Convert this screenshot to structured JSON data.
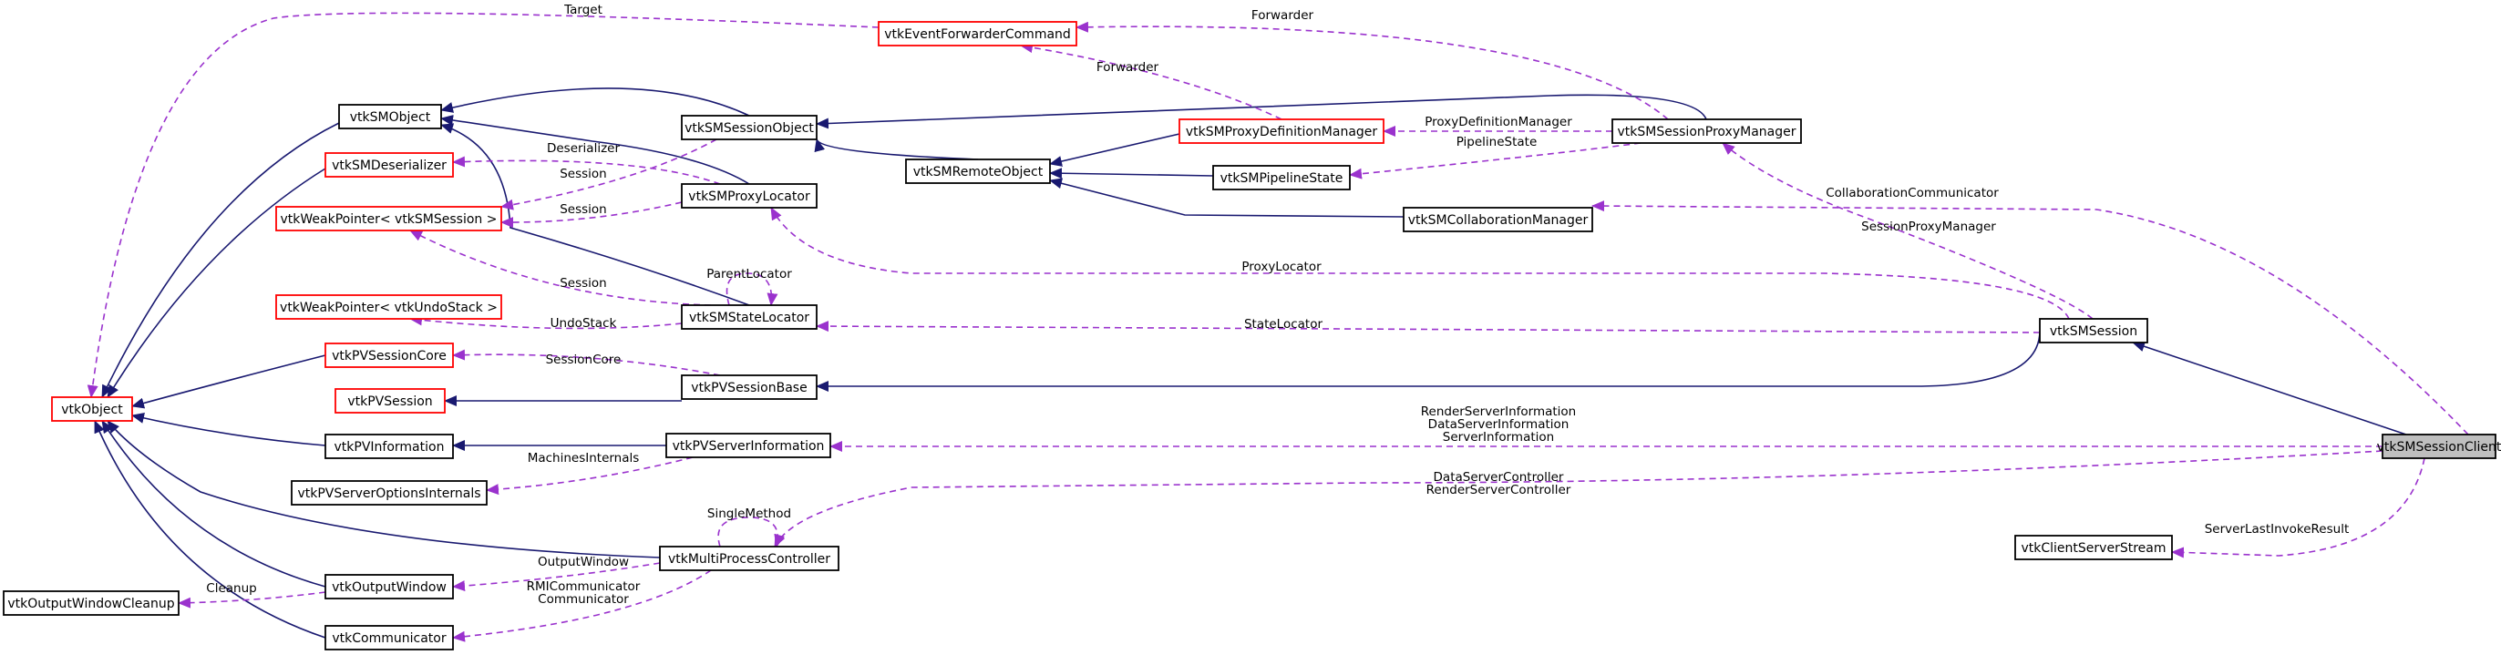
{
  "diagram": {
    "colors": {
      "inheritance": "#191970",
      "usage": "#9a32cd",
      "documented_border": "#000000",
      "undocumented_border": "#ff0000",
      "highlight_fill": "#bfbfbf"
    },
    "nodes": [
      {
        "id": "vtkSMSessionClient",
        "label": "vtkSMSessionClient",
        "highlight": true
      },
      {
        "id": "vtkSMSession",
        "label": "vtkSMSession"
      },
      {
        "id": "vtkClientServerStream",
        "label": "vtkClientServerStream"
      },
      {
        "id": "vtkSMSessionProxyManager",
        "label": "vtkSMSessionProxyManager"
      },
      {
        "id": "vtkSMCollaborationManager",
        "label": "vtkSMCollaborationManager"
      },
      {
        "id": "vtkEventForwarderCommand",
        "label": "vtkEventForwarderCommand",
        "external": true
      },
      {
        "id": "vtkSMProxyDefinitionManager",
        "label": "vtkSMProxyDefinitionManager",
        "external": true
      },
      {
        "id": "vtkSMPipelineState",
        "label": "vtkSMPipelineState"
      },
      {
        "id": "vtkSMRemoteObject",
        "label": "vtkSMRemoteObject"
      },
      {
        "id": "vtkSMSessionObject",
        "label": "vtkSMSessionObject"
      },
      {
        "id": "vtkSMObject",
        "label": "vtkSMObject"
      },
      {
        "id": "vtkSMDeserializer",
        "label": "vtkSMDeserializer",
        "external": true
      },
      {
        "id": "vtkWeakPointerSession",
        "label": "vtkWeakPointer< vtkSMSession >",
        "external": true
      },
      {
        "id": "vtkSMProxyLocator",
        "label": "vtkSMProxyLocator"
      },
      {
        "id": "vtkWeakPointerUndoStack",
        "label": "vtkWeakPointer< vtkUndoStack >",
        "external": true
      },
      {
        "id": "vtkSMStateLocator",
        "label": "vtkSMStateLocator"
      },
      {
        "id": "vtkPVSessionCore",
        "label": "vtkPVSessionCore",
        "external": true
      },
      {
        "id": "vtkPVSession",
        "label": "vtkPVSession",
        "external": true
      },
      {
        "id": "vtkPVSessionBase",
        "label": "vtkPVSessionBase"
      },
      {
        "id": "vtkObject",
        "label": "vtkObject",
        "external": true
      },
      {
        "id": "vtkPVInformation",
        "label": "vtkPVInformation"
      },
      {
        "id": "vtkPVServerInformation",
        "label": "vtkPVServerInformation"
      },
      {
        "id": "vtkPVServerOptionsInternals",
        "label": "vtkPVServerOptionsInternals"
      },
      {
        "id": "vtkMultiProcessController",
        "label": "vtkMultiProcessController"
      },
      {
        "id": "vtkOutputWindow",
        "label": "vtkOutputWindow"
      },
      {
        "id": "vtkOutputWindowCleanup",
        "label": "vtkOutputWindowCleanup"
      },
      {
        "id": "vtkCommunicator",
        "label": "vtkCommunicator"
      }
    ],
    "edges": [
      {
        "from": "vtkSMSessionClient",
        "to": "vtkSMSession",
        "kind": "inheritance"
      },
      {
        "from": "vtkSMSession",
        "to": "vtkPVSessionBase",
        "kind": "inheritance"
      },
      {
        "from": "vtkSMSessionProxyManager",
        "to": "vtkSMSessionObject",
        "kind": "inheritance"
      },
      {
        "from": "vtkSMSessionObject",
        "to": "vtkSMObject",
        "kind": "inheritance"
      },
      {
        "from": "vtkSMProxyDefinitionManager",
        "to": "vtkSMRemoteObject",
        "kind": "inheritance"
      },
      {
        "from": "vtkSMPipelineState",
        "to": "vtkSMRemoteObject",
        "kind": "inheritance"
      },
      {
        "from": "vtkSMCollaborationManager",
        "to": "vtkSMRemoteObject",
        "kind": "inheritance"
      },
      {
        "from": "vtkSMRemoteObject",
        "to": "vtkSMSessionObject",
        "kind": "inheritance"
      },
      {
        "from": "vtkSMProxyLocator",
        "to": "vtkSMObject",
        "kind": "inheritance"
      },
      {
        "from": "vtkSMStateLocator",
        "to": "vtkSMObject",
        "kind": "inheritance"
      },
      {
        "from": "vtkSMObject",
        "to": "vtkObject",
        "kind": "inheritance"
      },
      {
        "from": "vtkSMDeserializer",
        "to": "vtkObject",
        "kind": "inheritance"
      },
      {
        "from": "vtkPVSessionBase",
        "to": "vtkPVSession",
        "kind": "inheritance"
      },
      {
        "from": "vtkPVSessionCore",
        "to": "vtkObject",
        "kind": "inheritance"
      },
      {
        "from": "vtkPVInformation",
        "to": "vtkObject",
        "kind": "inheritance"
      },
      {
        "from": "vtkPVServerInformation",
        "to": "vtkPVInformation",
        "kind": "inheritance"
      },
      {
        "from": "vtkMultiProcessController",
        "to": "vtkObject",
        "kind": "inheritance"
      },
      {
        "from": "vtkOutputWindow",
        "to": "vtkObject",
        "kind": "inheritance"
      },
      {
        "from": "vtkCommunicator",
        "to": "vtkObject",
        "kind": "inheritance"
      },
      {
        "from": "vtkSMSessionProxyManager",
        "to": "vtkEventForwarderCommand",
        "kind": "usage",
        "label": "Forwarder"
      },
      {
        "from": "vtkSMProxyDefinitionManager",
        "to": "vtkEventForwarderCommand",
        "kind": "usage",
        "label": "Forwarder"
      },
      {
        "from": "vtkEventForwarderCommand",
        "to": "vtkObject",
        "kind": "usage",
        "label": "Target"
      },
      {
        "from": "vtkSMSessionProxyManager",
        "to": "vtkSMProxyDefinitionManager",
        "kind": "usage",
        "label": "ProxyDefinitionManager"
      },
      {
        "from": "vtkSMSessionProxyManager",
        "to": "vtkSMPipelineState",
        "kind": "usage",
        "label": "PipelineState"
      },
      {
        "from": "vtkSMSessionClient",
        "to": "vtkSMCollaborationManager",
        "kind": "usage",
        "label": "CollaborationCommunicator"
      },
      {
        "from": "vtkSMSession",
        "to": "vtkSMSessionProxyManager",
        "kind": "usage",
        "label": "SessionProxyManager"
      },
      {
        "from": "vtkSMSession",
        "to": "vtkSMProxyLocator",
        "kind": "usage",
        "label": "ProxyLocator"
      },
      {
        "from": "vtkSMSession",
        "to": "vtkSMStateLocator",
        "kind": "usage",
        "label": "StateLocator"
      },
      {
        "from": "vtkSMProxyLocator",
        "to": "vtkSMDeserializer",
        "kind": "usage",
        "label": "Deserializer"
      },
      {
        "from": "vtkSMSessionObject",
        "to": "vtkWeakPointerSession",
        "kind": "usage",
        "label": "Session"
      },
      {
        "from": "vtkSMProxyLocator",
        "to": "vtkWeakPointerSession",
        "kind": "usage",
        "label": "Session"
      },
      {
        "from": "vtkSMStateLocator",
        "to": "vtkWeakPointerSession",
        "kind": "usage",
        "label": "Session"
      },
      {
        "from": "vtkSMStateLocator",
        "to": "vtkSMStateLocator",
        "kind": "usage",
        "label": "ParentLocator"
      },
      {
        "from": "vtkSMStateLocator",
        "to": "vtkWeakPointerUndoStack",
        "kind": "usage",
        "label": "UndoStack"
      },
      {
        "from": "vtkPVSessionBase",
        "to": "vtkPVSessionCore",
        "kind": "usage",
        "label": "SessionCore"
      },
      {
        "from": "vtkSMSessionClient",
        "to": "vtkPVServerInformation",
        "kind": "usage",
        "label": "RenderServerInformation\nDataServerInformation\nServerInformation"
      },
      {
        "from": "vtkPVServerInformation",
        "to": "vtkPVServerOptionsInternals",
        "kind": "usage",
        "label": "MachinesInternals"
      },
      {
        "from": "vtkSMSessionClient",
        "to": "vtkMultiProcessController",
        "kind": "usage",
        "label": "DataServerController\nRenderServerController"
      },
      {
        "from": "vtkMultiProcessController",
        "to": "vtkMultiProcessController",
        "kind": "usage",
        "label": "SingleMethod"
      },
      {
        "from": "vtkSMSessionClient",
        "to": "vtkClientServerStream",
        "kind": "usage",
        "label": "ServerLastInvokeResult"
      },
      {
        "from": "vtkMultiProcessController",
        "to": "vtkOutputWindow",
        "kind": "usage",
        "label": "OutputWindow"
      },
      {
        "from": "vtkOutputWindow",
        "to": "vtkOutputWindowCleanup",
        "kind": "usage",
        "label": "Cleanup"
      },
      {
        "from": "vtkMultiProcessController",
        "to": "vtkCommunicator",
        "kind": "usage",
        "label": "RMICommunicator\nCommunicator"
      }
    ]
  }
}
